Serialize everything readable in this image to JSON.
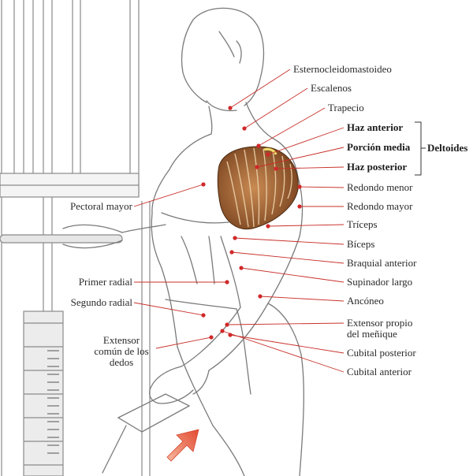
{
  "labels": {
    "esternocleidomastoideo": "Esternocleidomastoideo",
    "escalenos": "Escalenos",
    "trapecio": "Trapecio",
    "haz_anterior": "Haz anterior",
    "porcion_media": "Porción media",
    "haz_posterior": "Haz posterior",
    "deltoides": "Deltoides",
    "redondo_menor": "Redondo menor",
    "redondo_mayor": "Redondo mayor",
    "triceps": "Tríceps",
    "biceps": "Bíceps",
    "braquial_anterior": "Braquial anterior",
    "supinador_largo": "Supinador largo",
    "anconeo": "Ancóneo",
    "extensor_propio": "Extensor propio del meñique",
    "cubital_posterior": "Cubital posterior",
    "cubital_anterior": "Cubital anterior",
    "pectoral_mayor": "Pectoral mayor",
    "primer_radial": "Primer radial",
    "segundo_radial": "Segundo radial",
    "extensor_comun": "Extensor común de los dedos"
  },
  "colors": {
    "leader_line": "#c8302a",
    "marker_dot": "#d0282a",
    "deltoid_fill": "#a86a3a",
    "deltoid_stripe": "#e8c9a0",
    "arrow": "#e8503a",
    "sketch": "#7a7a7a"
  }
}
